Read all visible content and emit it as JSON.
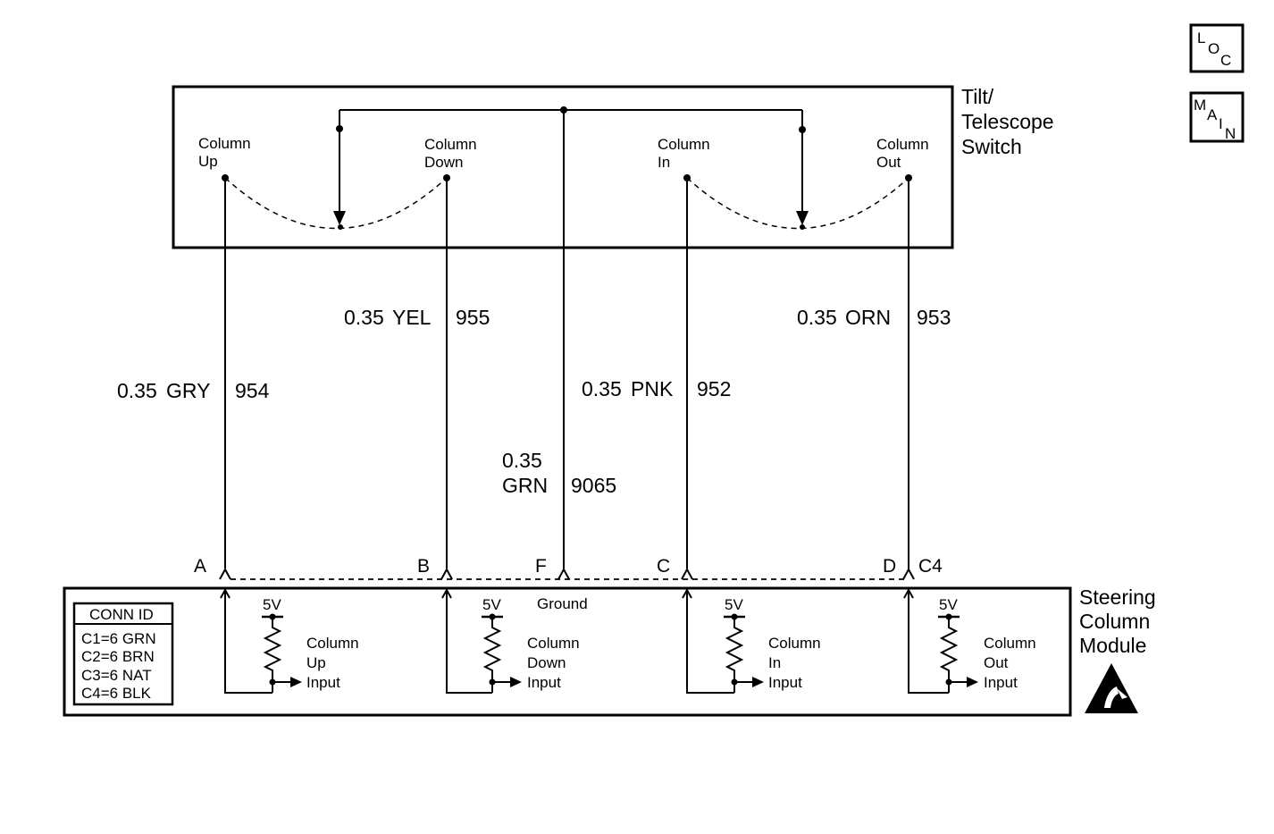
{
  "nav": {
    "loc": [
      "L",
      "O",
      "C"
    ],
    "main": [
      "M",
      "A",
      "I",
      "N"
    ]
  },
  "switch": {
    "title": [
      "Tilt/",
      "Telescope",
      "Switch"
    ],
    "contacts": [
      [
        "Column",
        "Up"
      ],
      [
        "Column",
        "Down"
      ],
      [
        "Column",
        "In"
      ],
      [
        "Column",
        "Out"
      ]
    ]
  },
  "wires": [
    {
      "size": "0.35",
      "color": "GRY",
      "circuit": "954"
    },
    {
      "size": "0.35",
      "color": "YEL",
      "circuit": "955"
    },
    {
      "size": "0.35",
      "color": "GRN",
      "circuit": "9065"
    },
    {
      "size": "0.35",
      "color": "PNK",
      "circuit": "952"
    },
    {
      "size": "0.35",
      "color": "ORN",
      "circuit": "953"
    }
  ],
  "pins": [
    "A",
    "B",
    "F",
    "C",
    "D"
  ],
  "connector": "C4",
  "module": {
    "title": [
      "Steering",
      "Column",
      "Module"
    ],
    "ground_label": "Ground",
    "supply_label": "5V",
    "inputs": [
      [
        "Column",
        "Up",
        "Input"
      ],
      [
        "Column",
        "Down",
        "Input"
      ],
      [
        "Column",
        "In",
        "Input"
      ],
      [
        "Column",
        "Out",
        "Input"
      ]
    ],
    "esd_icon": "esd-warning-icon"
  },
  "conn_id": {
    "header": "CONN ID",
    "rows": [
      "C1=6 GRN",
      "C2=6 BRN",
      "C3=6 NAT",
      "C4=6 BLK"
    ]
  }
}
